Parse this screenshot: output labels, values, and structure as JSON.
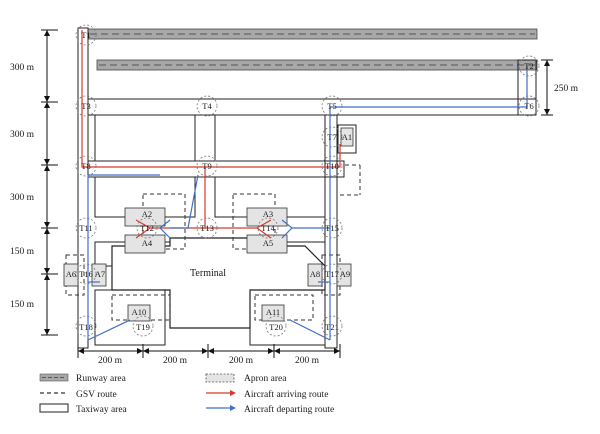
{
  "dimensions": {
    "left": [
      "300 m",
      "300 m",
      "300 m",
      "150 m",
      "150 m"
    ],
    "right": "250 m",
    "bottom": [
      "200 m",
      "200 m",
      "200 m",
      "200 m"
    ]
  },
  "nodes": [
    "T1",
    "T2",
    "T3",
    "T4",
    "T5",
    "T6",
    "T7",
    "T8",
    "T9",
    "T10",
    "T11",
    "T12",
    "T13",
    "T14",
    "T15",
    "T16",
    "T17",
    "T18",
    "T19",
    "T20",
    "T21"
  ],
  "aprons": [
    "A1",
    "A2",
    "A3",
    "A4",
    "A5",
    "A6",
    "A7",
    "A8",
    "A9",
    "A10",
    "A11"
  ],
  "terminal_label": "Terminal",
  "legend": {
    "runway": "Runway area",
    "gsv": "GSV route",
    "taxiway": "Taxiway area",
    "apron": "Apron area",
    "arriving": "Aircraft arriving route",
    "departing": "Aircraft departing route"
  },
  "colors": {
    "arriving": "#d9392b",
    "departing": "#3f6fc6",
    "runway_fill": "#a8a8a8",
    "apron_fill": "#e4e4e4",
    "outline": "#222222"
  }
}
